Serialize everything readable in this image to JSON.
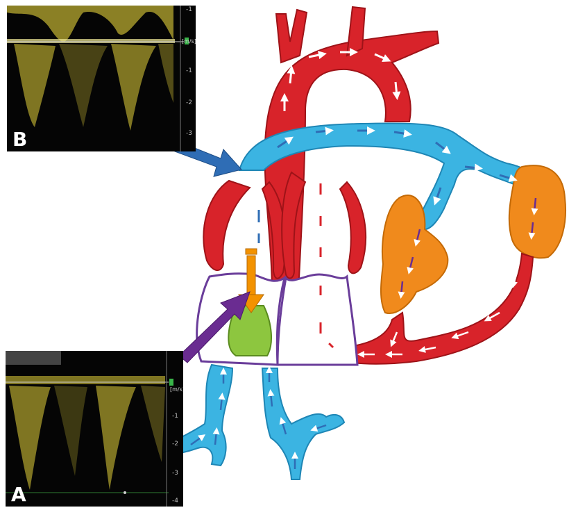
{
  "panels": {
    "B": {
      "label": "B",
      "unit": "[m/s]",
      "ticks": [
        "-1",
        "-1",
        "-2",
        "-3"
      ]
    },
    "A": {
      "label": "A",
      "unit": "[m/s]",
      "ticks": [
        "-1",
        "-2",
        "-3",
        "-4"
      ]
    }
  },
  "colors": {
    "aorta": "#d8232a",
    "pulmonary": "#3bb4e2",
    "lung": "#f08a1c",
    "ventricle_outline": "#6a3d9a",
    "jet": "#f39200",
    "jet_fill": "#8dc63f",
    "arrow_blue": "#2f6db5",
    "arrow_purple": "#6a2c91",
    "doppler_signal": "#e4d23a"
  }
}
